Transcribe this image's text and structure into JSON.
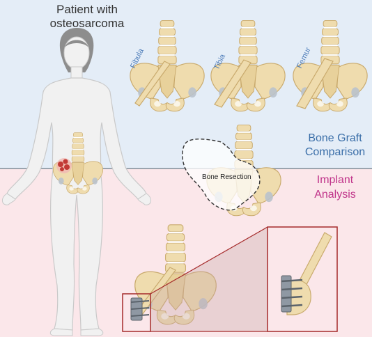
{
  "title": {
    "line1": "Patient with",
    "line2": "osteosarcoma"
  },
  "graft_labels": [
    "Fibula",
    "Tibia",
    "Femur"
  ],
  "section_bone_graft": {
    "line1": "Bone Graft",
    "line2": "Comparison"
  },
  "section_implant": {
    "line1": "Implant",
    "line2": "Analysis"
  },
  "resection_label": "Bone Resection",
  "colors": {
    "top_background": "#e4edf7",
    "bottom_background": "#fbe7ea",
    "bone": "#efdcae",
    "bone_outline": "#c9aa6d",
    "tumor": "#c23a35",
    "bone_graft_text": "#3a6ea8",
    "implant_text": "#c0348a",
    "zoom_box": "#a52a2a",
    "implant_metal": "#8f98a3"
  }
}
